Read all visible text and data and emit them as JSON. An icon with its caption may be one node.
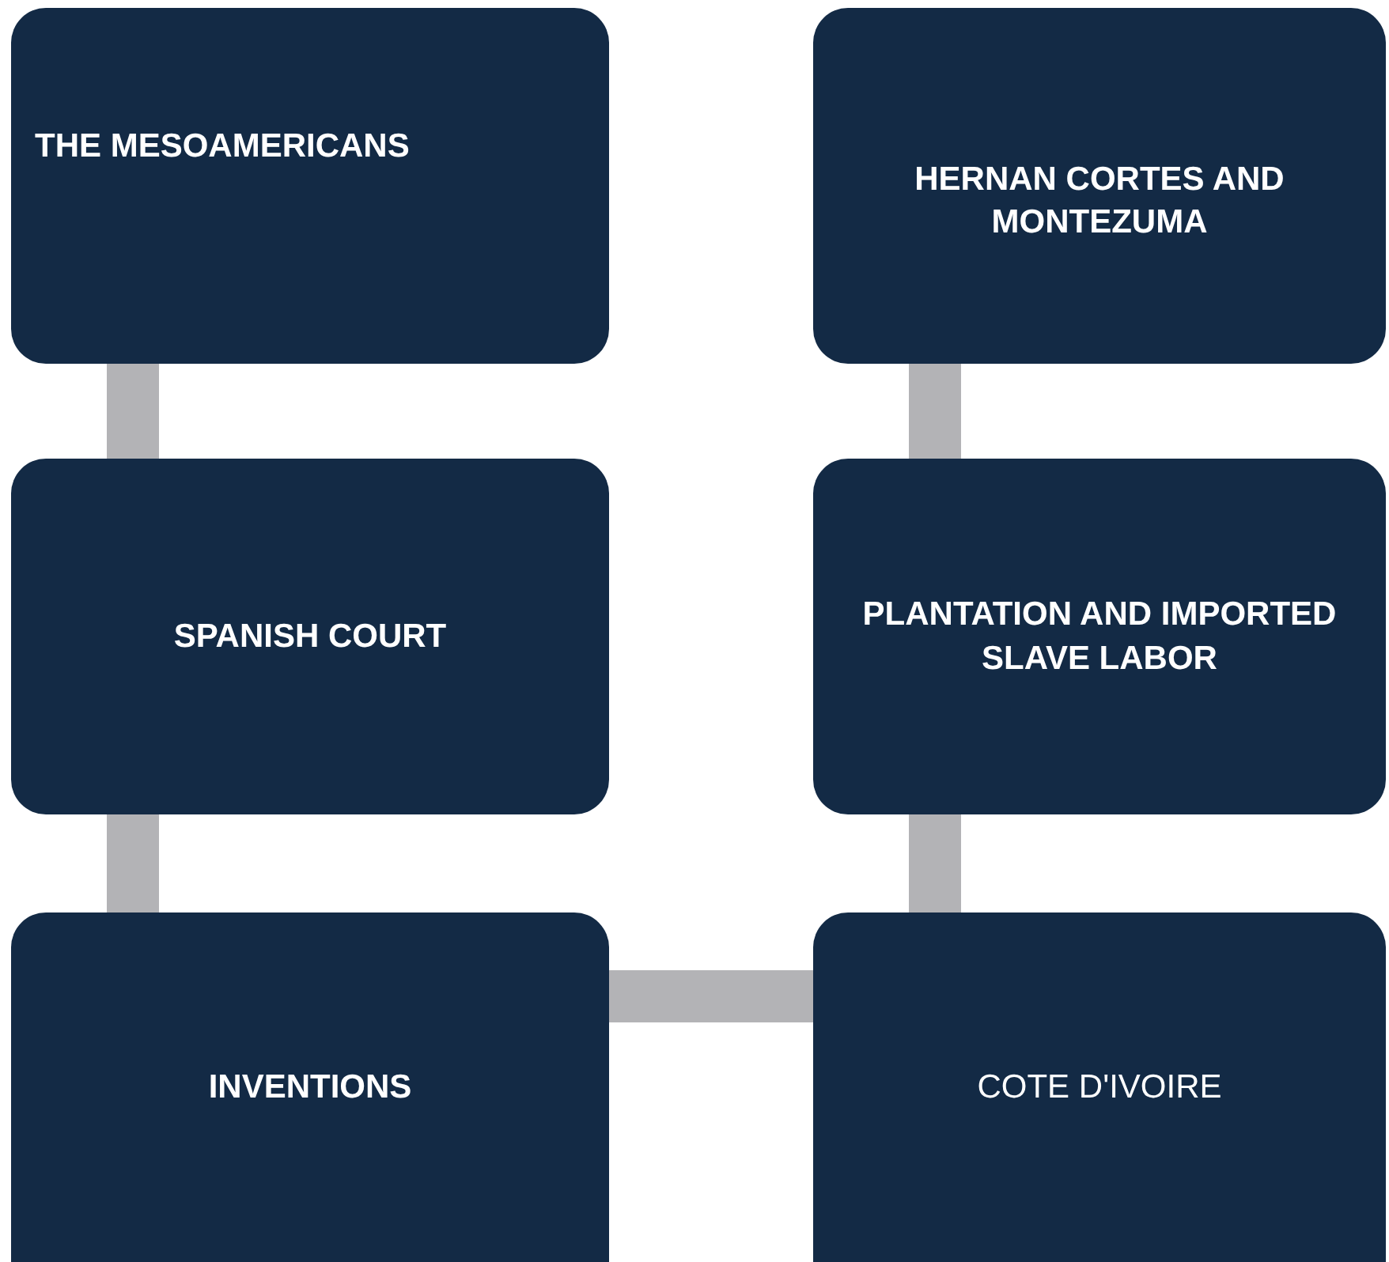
{
  "diagram": {
    "nodes": [
      {
        "text": [
          "THE MESOAMERICANS"
        ]
      },
      {
        "text": [
          "HERNAN CORTES AND MONTEZUMA"
        ]
      },
      {
        "text": [
          "SPANISH COURT"
        ]
      },
      {
        "text": [
          "PLANTATION AND IMPORTED SLAVE LABOR"
        ]
      },
      {
        "text": [
          "INVENTIONS"
        ]
      },
      {
        "text": [
          "COTE D'IVOIRE"
        ]
      }
    ],
    "edges": [
      {
        "from": 0,
        "to": 2,
        "arrow": "none"
      },
      {
        "from": 2,
        "to": 4,
        "arrow": "none"
      },
      {
        "from": 4,
        "to": 5,
        "arrow": "none"
      },
      {
        "from": 5,
        "to": 3,
        "arrow": "none"
      },
      {
        "from": 3,
        "to": 1,
        "arrow": "none"
      }
    ]
  }
}
